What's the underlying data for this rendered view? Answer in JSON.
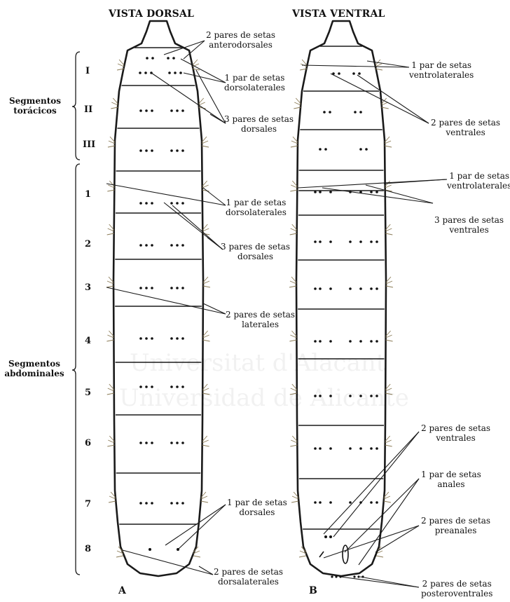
{
  "figure": {
    "dorsal_title": "VISTA DORSAL",
    "ventral_title": "VISTA VENTRAL",
    "panel_a": "A",
    "panel_b": "B",
    "group_thoracic": [
      "Segmentos",
      "torácicos"
    ],
    "group_abdominal": [
      "Segmentos",
      "abdominales"
    ],
    "thoracic_segments": [
      "I",
      "II",
      "III"
    ],
    "abdominal_segments": [
      "1",
      "2",
      "3",
      "4",
      "5",
      "6",
      "7",
      "8"
    ],
    "watermark": [
      "Universitat d'Alacant",
      "Universidad de Alicante"
    ]
  },
  "dorsal_labels": {
    "anterodorsal": [
      "2 pares de setas",
      "anterodorsales"
    ],
    "dorsolateral_thorax": [
      "1 par de setas",
      "dorsolaterales"
    ],
    "dorsal_thorax": [
      "3 pares de setas",
      "dorsales"
    ],
    "dorsolateral_abd": [
      "1 par de setas",
      "dorsolaterales"
    ],
    "dorsal_abd": [
      "3 pares de setas",
      "dorsales"
    ],
    "lateral_abd": [
      "2 pares de setas",
      "laterales"
    ],
    "dorsal_seg8": [
      "1 par de setas",
      "dorsales"
    ],
    "dorsalateral_seg8": [
      "2 pares de setas",
      "dorsalaterales"
    ]
  },
  "ventral_labels": {
    "ventrolateral_thorax": [
      "1 par de setas",
      "ventrolaterales"
    ],
    "ventral_thorax": [
      "2 pares de setas",
      "ventrales"
    ],
    "ventrolateral_abd": [
      "1 par de setas",
      "ventrolaterales"
    ],
    "ventral_abd": [
      "3 pares de setas",
      "ventrales"
    ],
    "ventral_seg8": [
      "2 pares de setas",
      "ventrales"
    ],
    "anal": [
      "1 par de setas",
      "anales"
    ],
    "preanal": [
      "2 pares de setas",
      "preanales"
    ],
    "posteroventral": [
      "2 pares de setas",
      "posteroventrales"
    ]
  }
}
